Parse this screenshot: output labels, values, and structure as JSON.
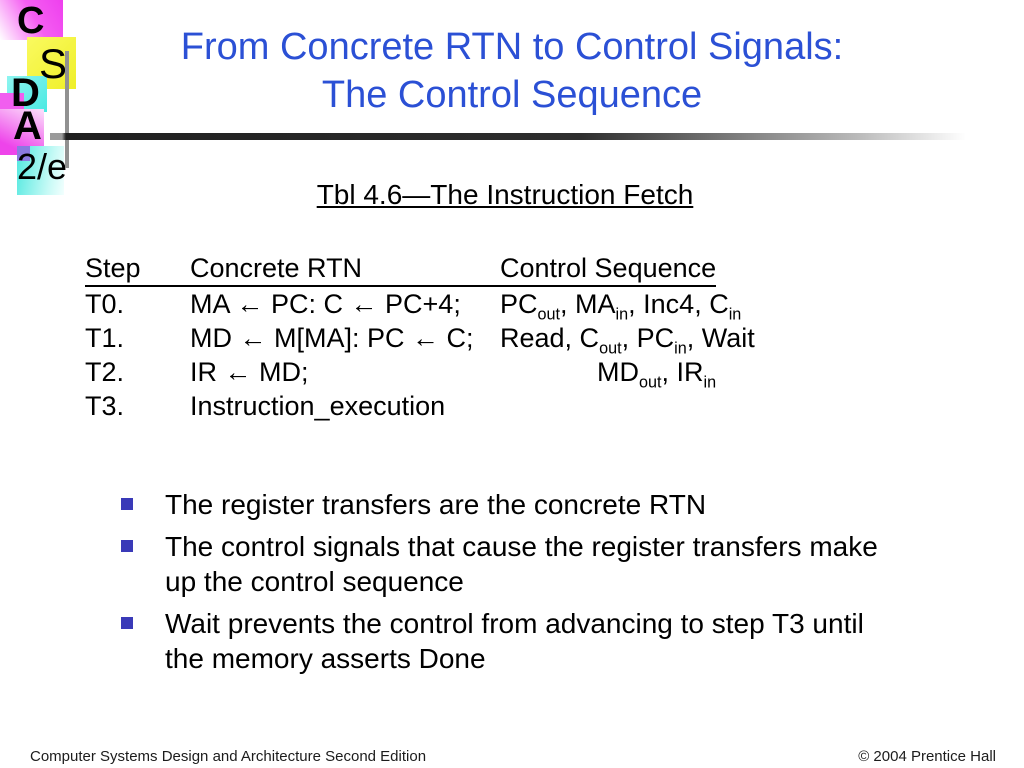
{
  "colors": {
    "title_blue": "#2B50D5",
    "bullet_marker": "#3A3AB8",
    "logo_magenta": "#EE3FEE",
    "logo_yellow": "#EFEF28",
    "logo_cyan": "#4AE9E2"
  },
  "logo": {
    "letter_c": "C",
    "letter_s": "S",
    "letter_d": "D",
    "letter_a": "A",
    "edition": "2/e"
  },
  "title": {
    "line1": "From Concrete RTN to Control Signals:",
    "line2": "The Control Sequence"
  },
  "table": {
    "caption": "Tbl 4.6—The Instruction Fetch",
    "columns": [
      "Step",
      "Concrete RTN",
      "Control Sequence"
    ],
    "rows": [
      {
        "step": "T0.",
        "rtn": "MA ← PC: C ← PC+4;",
        "control": "PC~out~, MA~in~, Inc4, C~in~"
      },
      {
        "step": "T1.",
        "rtn": "MD ← M[MA]: PC ← C;",
        "control": "Read, C~out~, PC~in~, Wait"
      },
      {
        "step": "T2.",
        "rtn": "IR ← MD;",
        "control": "MD~out~, IR~in~"
      },
      {
        "step": "T3.",
        "rtn": "Instruction_execution",
        "control": ""
      }
    ]
  },
  "bullets": [
    "The register transfers are the concrete RTN",
    "The control signals that cause the register transfers make\nup the control sequence",
    "Wait prevents the control from advancing to step T3 until\nthe memory asserts Done"
  ],
  "footer": {
    "left": "Computer Systems Design and Architecture Second Edition",
    "right": "© 2004 Prentice Hall"
  }
}
